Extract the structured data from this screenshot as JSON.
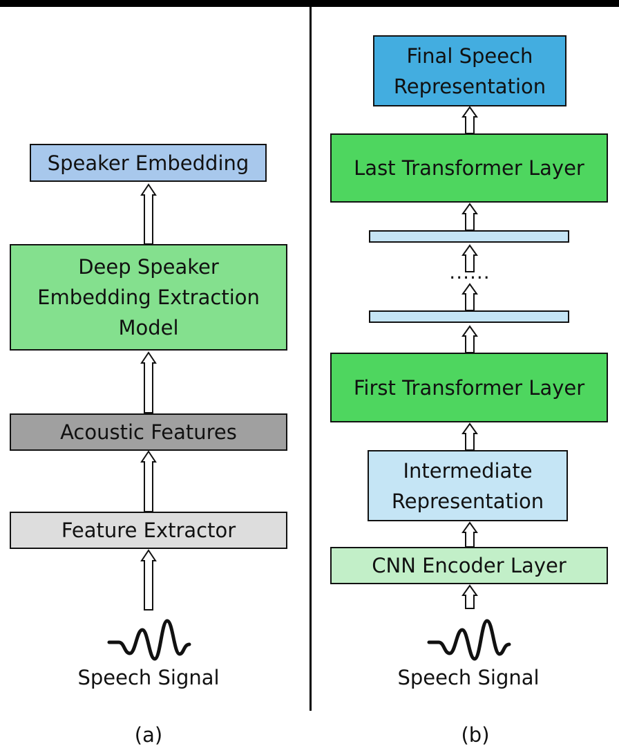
{
  "panel_a": {
    "boxes": {
      "speaker_embedding": "Speaker Embedding",
      "deep_model": "Deep Speaker\nEmbedding Extraction\nModel",
      "acoustic_features": "Acoustic Features",
      "feature_extractor": "Feature Extractor"
    },
    "input_label": "Speech Signal",
    "panel_label": "(a)"
  },
  "panel_b": {
    "boxes": {
      "final_repr": "Final Speech\nRepresentation",
      "last_transformer": "Last Transformer Layer",
      "first_transformer": "First Transformer Layer",
      "intermediate_repr": "Intermediate\nRepresentation",
      "cnn_encoder": "CNN Encoder Layer"
    },
    "ellipsis": "......",
    "input_label": "Speech Signal",
    "panel_label": "(b)"
  },
  "colors": {
    "light_blue": "#a8c8ec",
    "light_green": "#84e08e",
    "dark_gray": "#a0a0a0",
    "light_gray": "#dddddd",
    "blue": "#43ade0",
    "bright_green": "#4ed65f",
    "pale_blue": "#c5e5f5",
    "pale_green": "#c2efc8"
  }
}
